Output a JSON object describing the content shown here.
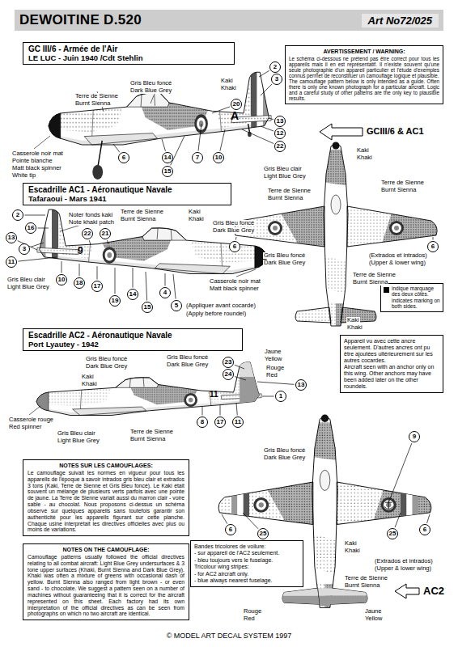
{
  "diagram": {
    "caption": "© MODEL ART DECAL SYSTEM 1997",
    "nodes": [
      {
        "text": [
          "DEWOITINE D.520",
          "Art No72/025"
        ]
      },
      {
        "text": [
          "GC III/6 - Armée de l'Air",
          "LE LUC - Juin 1940 /Cdt Stehlin"
        ]
      },
      {
        "text": [
          "AVERTISSEMENT / WARNING:",
          "Le schéma ci-dessous ne prétend pas être correct pour tous les appareils mais il en est représentatif. Il n'existe souvent qu'une seule photographie d'un appareil particulier et l'étude d'exemples connus permet de reconstituer un camouflage logique et plausible.",
          "The camouflage pattern below is only intended as a guide. Often there is only one known photograph for a particular aircraft. Logic and a careful study of other patterns are the only key to plausible results."
        ]
      },
      {
        "text": [
          "2"
        ]
      },
      {
        "text": [
          "3"
        ]
      },
      {
        "text": [
          "20"
        ]
      },
      {
        "text": [
          "13"
        ]
      },
      {
        "text": [
          "12"
        ]
      },
      {
        "text": [
          "22"
        ]
      },
      {
        "text": [
          "6"
        ]
      },
      {
        "text": [
          "14"
        ]
      },
      {
        "text": [
          "15"
        ]
      },
      {
        "text": [
          "7"
        ]
      },
      {
        "text": [
          "10"
        ]
      },
      {
        "text": [
          "6"
        ]
      },
      {
        "text": [
          "6"
        ]
      },
      {
        "text": [
          "Escadrille AC1 - Aéronautique Navale",
          "Tafaraoui - Mars 1941"
        ]
      },
      {
        "text": [
          "2"
        ]
      },
      {
        "text": [
          "16"
        ]
      },
      {
        "text": [
          "13"
        ]
      },
      {
        "text": [
          "3"
        ]
      },
      {
        "text": [
          "11"
        ]
      },
      {
        "text": [
          "22"
        ]
      },
      {
        "text": [
          "21"
        ]
      },
      {
        "text": [
          "10"
        ]
      },
      {
        "text": [
          "18"
        ]
      },
      {
        "text": [
          "17"
        ]
      },
      {
        "text": [
          "19"
        ]
      },
      {
        "text": [
          "14"
        ]
      },
      {
        "text": [
          "15"
        ]
      },
      {
        "text": [
          "4"
        ]
      },
      {
        "text": [
          "5"
        ]
      },
      {
        "text": [
          "indique marquage des deux côtés.",
          "indicates marking on both sides."
        ]
      },
      {
        "text": [
          "Escadrille AC2 - Aéronautique Navale",
          "Port Lyautey - 1942"
        ]
      },
      {
        "text": [
          "Appareil vu avec cette ancre seulement. D'autres ancres ont pu être ajoutées ultérieurement sur les autres cocardes.",
          "Aircraft seen with an anchor only on this wing. Other anchors may have been added later on the other roundels."
        ]
      },
      {
        "text": [
          "23"
        ]
      },
      {
        "text": [
          "24"
        ]
      },
      {
        "text": [
          "1"
        ]
      },
      {
        "text": [
          "13"
        ]
      },
      {
        "text": [
          "8"
        ]
      },
      {
        "text": [
          "17"
        ]
      },
      {
        "text": [
          "11"
        ]
      },
      {
        "text": [
          "9"
        ]
      },
      {
        "text": [
          "6"
        ]
      },
      {
        "text": [
          "25"
        ]
      },
      {
        "text": [
          "25"
        ]
      },
      {
        "text": [
          "6"
        ]
      },
      {
        "text": [
          "NOTES SUR LES CAMOUFLAGES:",
          "Le camouflage suivait les normes en vigueur pour tous les appareils de l'époque à savoir intrados gris bleu clair et extrados 3 tons (Kaki, Terre de Sienne et Gris Bleu foncé). Le Kaki était souvent un mélange de plusieurs verts parfois avec une pointe de jaune. La Terre de Sienne variait aussi du marron clair - voire sable - au chocolat. Nous proposons ci-dessus un schéma observé sur quelques appareils sans toutefois garantir son authenticité pour les appareils figurant sur cette planche. Chaque usine interprétait les directives officielles avec plus ou moins de variations."
        ]
      },
      {
        "text": [
          "Bandes tricolores de voilure:",
          "- sur appareil de l'AC2 seulement.",
          "- bleu toujours vers le fuselage.",
          "Tricolour wing stripes:",
          "- for AC2 aircraft only.",
          "- blue always nearest fuselage."
        ]
      },
      {
        "text": [
          "NOTES ON THE CAMOUFLAGE:",
          "Camouflage patterns usually followed the official directives relating to all combat aircraft: Light Blue Grey undersurfaces & 3 tone upper surfaces (Khaki, Burnt Sienna and Dark Blue Grey). Khaki was often a mixture of greens with occasional dash of yellow. Burnt Sienna also ranged from light brown - or even sand - to chocolate. We suggest a pattern seen on a number of machines without guaranteeing that it is correct for the aircraft represented on this sheet. Each factory had its own interpretation of the official directives as can be seen from photographs on which no two aircraft are identical."
        ]
      }
    ],
    "labels": [
      "Terre de Sienne",
      "Burnt Sienna",
      "Gris Bleu foncé",
      "Dark Blue Grey",
      "Kaki",
      "Khaki",
      "A",
      "Casserole noir mat",
      "Pointe blanche",
      "Matt black spinner",
      "White tip",
      "GCIII/6 & AC1",
      "Kaki",
      "Khaki",
      "Gris Bleu clair",
      "Light Blue Grey",
      "Terre de Sienne",
      "Burnt Sienna",
      "Terre de Sienne",
      "Burnt Sienna",
      "Gris Bleu foncé",
      "Dark Blue Grey",
      "(Extrados et intrados)",
      "(Upper & lower wing)",
      "Terre de Sienne",
      "Burnt Sienna",
      "Kaki",
      "Khaki",
      "Noter fonds kaki",
      "Note khaki patch",
      "Terre de Sienne",
      "Burnt Sienna",
      "Kaki",
      "Khaki",
      "Gris Bleu foncé",
      "Dark Blue Grey",
      "9",
      "Casserole noir mat",
      "Matt black spinner",
      "Gris Bleu clair",
      "Light Blue Grey",
      "(Appliquer avant cocarde)",
      "(Apply before roundel)",
      "Gris Bleu foncé",
      "Dark Blue Grey",
      "Kaki",
      "Khaki",
      "Gris Bleu foncé",
      "Dark Blue Grey",
      "Jaune",
      "Yellow",
      "Rouge",
      "Red",
      "11",
      "Casserole rouge",
      "Red spinner",
      "Gris Bleu clair",
      "Light Blue Grey",
      "Terre de Sienne",
      "Burnt Sienna",
      "Gris Bleu foncé",
      "Dark Blue Grey",
      "Kaki",
      "Khaki",
      "(Extrados et intrados)",
      "(Upper & lower wing)",
      "Terre de Sienne",
      "Burnt Sienna",
      "Rouge",
      "Red",
      "Jaune",
      "Yellow",
      "AC2"
    ]
  }
}
